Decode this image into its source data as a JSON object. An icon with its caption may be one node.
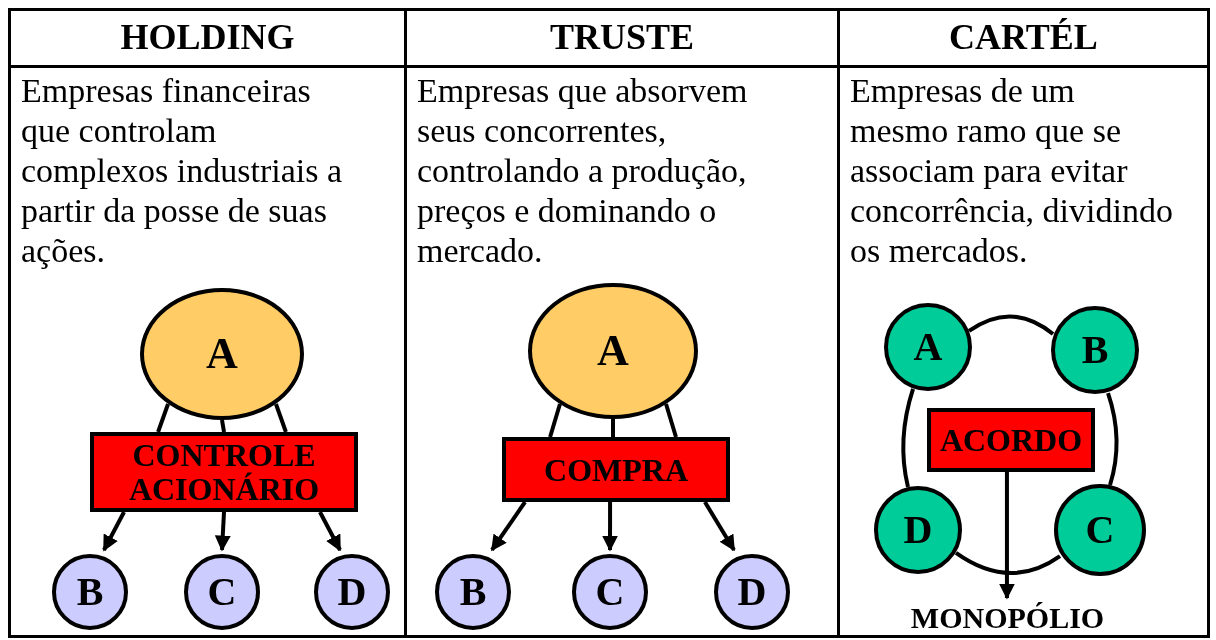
{
  "diagram": {
    "nodes": [
      {
        "text": [
          "HOLDING",
          "Empresas financeiras que controlam complexos industriais a partir da posse de suas ações."
        ]
      },
      {
        "text": [
          "A"
        ],
        "in": 0
      },
      {
        "text": [
          "CONTROLE ACIONÁRIO"
        ],
        "in": 0
      },
      {
        "text": [
          "B"
        ],
        "in": 0
      },
      {
        "text": [
          "C"
        ],
        "in": 0
      },
      {
        "text": [
          "D"
        ],
        "in": 0
      },
      {
        "text": [
          "TRUSTE",
          "Empresas que absorvem seus concorrentes, controlando a produção, preços e dominando o mercado."
        ]
      },
      {
        "text": [
          "A"
        ],
        "in": 6
      },
      {
        "text": [
          "COMPRA"
        ],
        "in": 6
      },
      {
        "text": [
          "B"
        ],
        "in": 6
      },
      {
        "text": [
          "C"
        ],
        "in": 6
      },
      {
        "text": [
          "D"
        ],
        "in": 6
      },
      {
        "text": [
          "CARTÉL",
          "Empresas de um mesmo ramo que se associam para evitar concorrência, dividindo os mercados."
        ]
      },
      {
        "text": [
          "A"
        ],
        "in": 12
      },
      {
        "text": [
          "B"
        ],
        "in": 12
      },
      {
        "text": [
          "ACORDO"
        ],
        "in": 12
      },
      {
        "text": [
          "D"
        ],
        "in": 12
      },
      {
        "text": [
          "C"
        ],
        "in": 12
      },
      {
        "text": [
          "MONOPÓLIO"
        ],
        "in": 12
      }
    ],
    "edges": [
      {
        "from": 1,
        "to": 2,
        "arrow": "none"
      },
      {
        "from": 1,
        "to": 2,
        "arrow": "none"
      },
      {
        "from": 1,
        "to": 2,
        "arrow": "none"
      },
      {
        "from": 2,
        "to": 3,
        "arrow": "to"
      },
      {
        "from": 2,
        "to": 4,
        "arrow": "to"
      },
      {
        "from": 2,
        "to": 5,
        "arrow": "to"
      },
      {
        "from": 7,
        "to": 8,
        "arrow": "none"
      },
      {
        "from": 7,
        "to": 8,
        "arrow": "none"
      },
      {
        "from": 7,
        "to": 8,
        "arrow": "none"
      },
      {
        "from": 8,
        "to": 9,
        "arrow": "to"
      },
      {
        "from": 8,
        "to": 10,
        "arrow": "to"
      },
      {
        "from": 8,
        "to": 11,
        "arrow": "to"
      },
      {
        "from": 13,
        "to": 14,
        "arrow": "none"
      },
      {
        "from": 14,
        "to": 17,
        "arrow": "none"
      },
      {
        "from": 17,
        "to": 16,
        "arrow": "none"
      },
      {
        "from": 16,
        "to": 13,
        "arrow": "none"
      },
      {
        "from": 15,
        "to": 18,
        "arrow": "to"
      }
    ]
  }
}
